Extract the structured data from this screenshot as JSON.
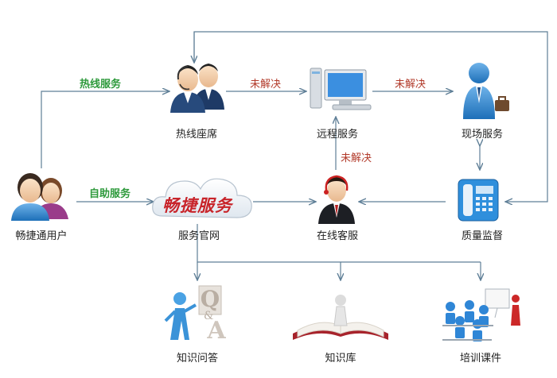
{
  "nodes": {
    "user": "畅捷通用户",
    "hotline_seat": "热线座席",
    "remote_service": "远程服务",
    "onsite_service": "现场服务",
    "website": "服务官网",
    "online_cs": "在线客服",
    "qa_monitor": "质量监督",
    "kb_qa": "知识问答",
    "kb": "知识库",
    "training": "培训课件"
  },
  "edges": {
    "hotline": "热线服务",
    "selfservice": "自助服务",
    "unresolved_1": "未解决",
    "unresolved_2": "未解决",
    "unresolved_3": "未解决"
  },
  "brand_text": "畅捷服务",
  "colors": {
    "line": "#5f7f97",
    "green_label": "#2e9a3c",
    "red_label": "#b23a2a",
    "brand": "#c8242a"
  }
}
